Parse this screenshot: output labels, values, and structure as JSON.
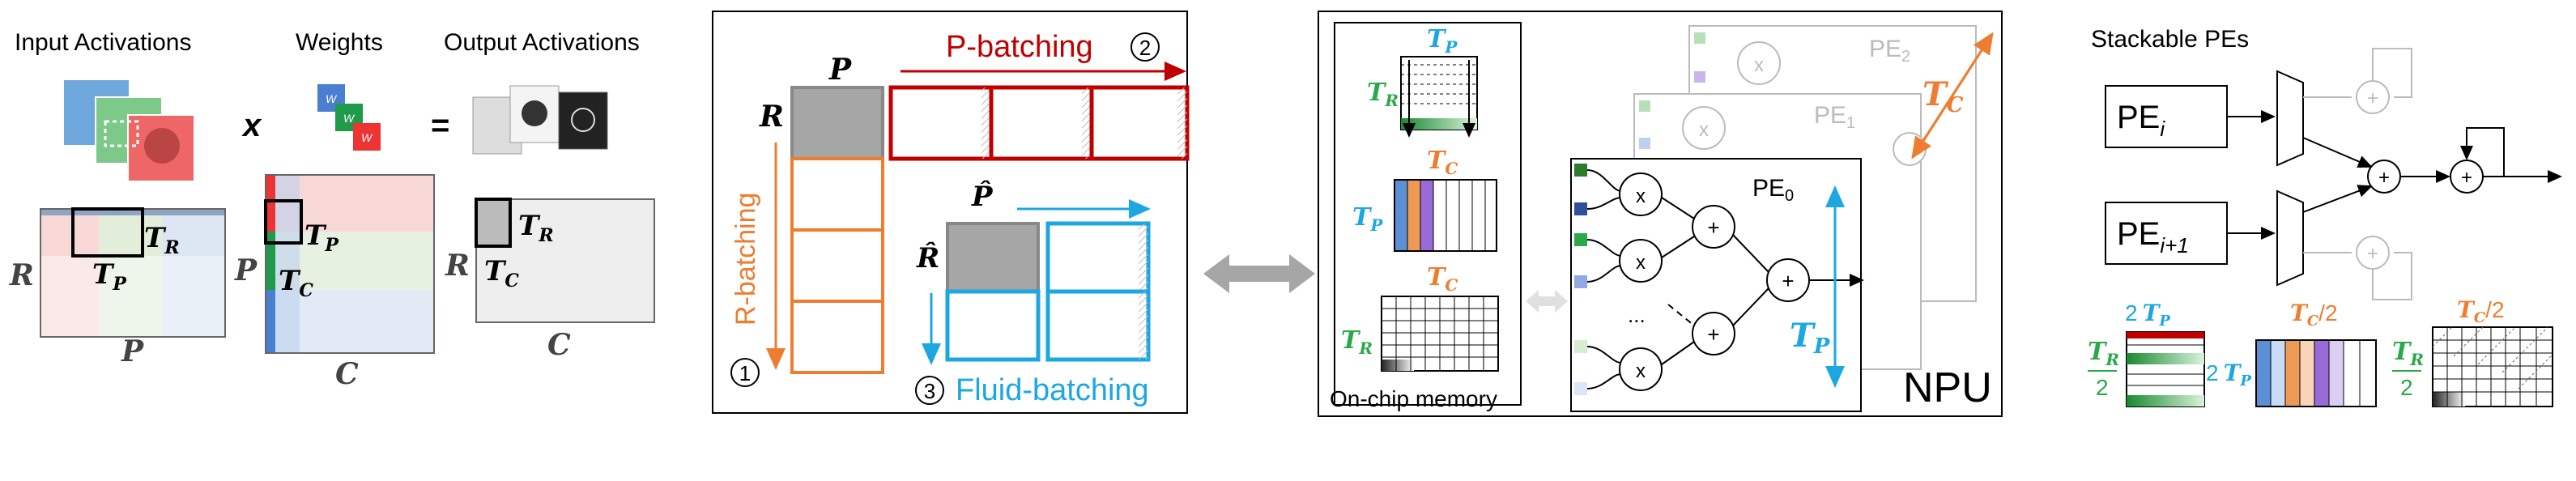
{
  "left_panel": {
    "input_title": "Input Activations",
    "weights_title": "Weights",
    "output_title": "Output Activations",
    "times": "x",
    "equals": "=",
    "w_label": "W",
    "R": "R",
    "P": "P",
    "C": "C",
    "T": "T",
    "sub_R": "R",
    "sub_P": "P",
    "sub_C": "C"
  },
  "batching_panel": {
    "P": "P",
    "R": "R",
    "p_batching": "P-batching",
    "r_batching": "R-batching",
    "fluid_batching": "Fluid-batching",
    "num1": "1",
    "num2": "2",
    "num3": "3",
    "p_hat": "P̂",
    "r_hat": "R̂"
  },
  "npu_panel": {
    "T": "T",
    "sub_P": "P",
    "sub_R": "R",
    "sub_C": "C",
    "memory_label": "On-chip memory",
    "npu_label": "NPU",
    "pe0": "PE",
    "pe0_sub": "0",
    "pe1": "PE",
    "pe1_sub": "1",
    "pe2": "PE",
    "pe2_sub": "2",
    "mul": "x",
    "add": "+",
    "ellipsis": "..."
  },
  "stack_panel": {
    "title": "Stackable PEs",
    "pe_i": "PE",
    "pe_i_sub": "i",
    "pe_i1": "PE",
    "pe_i1_sub": "i+1",
    "two": "2",
    "half": "/2",
    "T": "T",
    "sub_P": "P",
    "sub_R": "R",
    "sub_C": "C"
  },
  "colors": {
    "orange": "#ED7D31",
    "red": "#C00000",
    "cyan": "#1CA7E0",
    "green": "#2BA84A",
    "gray_fill": "#A6A6A6"
  }
}
